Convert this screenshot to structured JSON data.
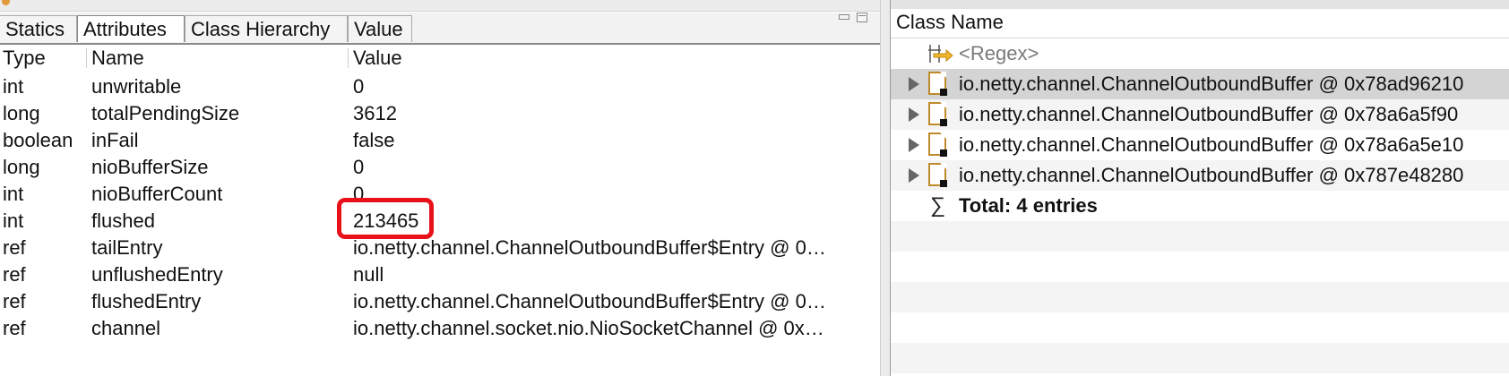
{
  "left_pane": {
    "tabs": [
      {
        "label": "Statics",
        "active": false
      },
      {
        "label": "Attributes",
        "active": true
      },
      {
        "label": "Class Hierarchy",
        "active": false
      },
      {
        "label": "Value",
        "active": false
      }
    ],
    "columns": {
      "type": "Type",
      "name": "Name",
      "value": "Value"
    },
    "rows": [
      {
        "type": "int",
        "name": "unwritable",
        "value": "0"
      },
      {
        "type": "long",
        "name": "totalPendingSize",
        "value": "3612"
      },
      {
        "type": "boolean",
        "name": "inFail",
        "value": "false"
      },
      {
        "type": "long",
        "name": "nioBufferSize",
        "value": "0"
      },
      {
        "type": "int",
        "name": "nioBufferCount",
        "value": "0"
      },
      {
        "type": "int",
        "name": "flushed",
        "value": "213465"
      },
      {
        "type": "ref",
        "name": "tailEntry",
        "value": "io.netty.channel.ChannelOutboundBuffer$Entry @ 0…"
      },
      {
        "type": "ref",
        "name": "unflushedEntry",
        "value": "null"
      },
      {
        "type": "ref",
        "name": "flushedEntry",
        "value": "io.netty.channel.ChannelOutboundBuffer$Entry @ 0…"
      },
      {
        "type": "ref",
        "name": "channel",
        "value": "io.netty.channel.socket.nio.NioSocketChannel @ 0x…"
      }
    ],
    "highlight_color": "#e8111a"
  },
  "right_pane": {
    "column_header": "Class Name",
    "regex_row": {
      "label": "<Regex>",
      "icon": "regex-filter-icon"
    },
    "objects": [
      {
        "label": "io.netty.channel.ChannelOutboundBuffer @ 0x78ad96210",
        "selected": true
      },
      {
        "label": "io.netty.channel.ChannelOutboundBuffer @ 0x78a6a5f90",
        "selected": false
      },
      {
        "label": "io.netty.channel.ChannelOutboundBuffer @ 0x78a6a5e10",
        "selected": false
      },
      {
        "label": "io.netty.channel.ChannelOutboundBuffer @ 0x787e48280",
        "selected": false
      }
    ],
    "total_row": {
      "icon": "sigma-icon",
      "label": "Total: 4 entries"
    },
    "selection_color": "#d4d4d4"
  }
}
